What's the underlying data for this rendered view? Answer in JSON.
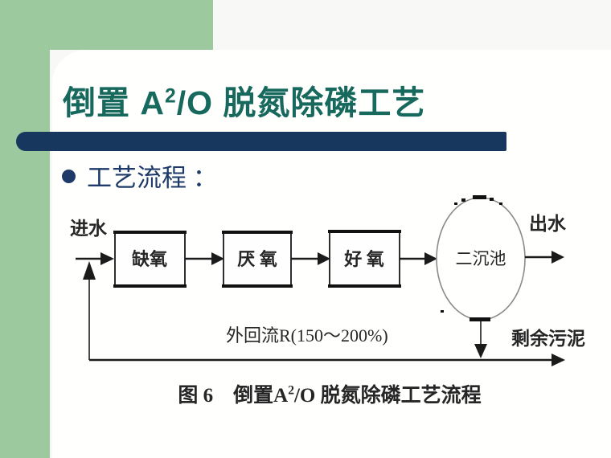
{
  "slide": {
    "title": {
      "prefix": "倒置 A",
      "sup": "2",
      "suffix": "/O 脱氮除磷工艺"
    },
    "bullet_label": "工艺流程 ："
  },
  "diagram": {
    "influent": "进水",
    "effluent": "出水",
    "boxes": [
      {
        "label": "缺氧"
      },
      {
        "label": "厌 氧"
      },
      {
        "label": "好 氧"
      }
    ],
    "clarifier": "二沉池",
    "reflux": "外回流R(150～200%)",
    "excess_sludge": "剩余污泥",
    "caption": {
      "prefix": "图 6　倒置A",
      "sup": "2",
      "suffix": "/O 脱氮除磷工艺流程"
    }
  },
  "colors": {
    "accent_green": "#9cc99e",
    "title_teal": "#17695d",
    "navy": "#17375e",
    "text_navy": "#1d3a68",
    "line": "#1b1b1b",
    "caption": "#262626"
  }
}
